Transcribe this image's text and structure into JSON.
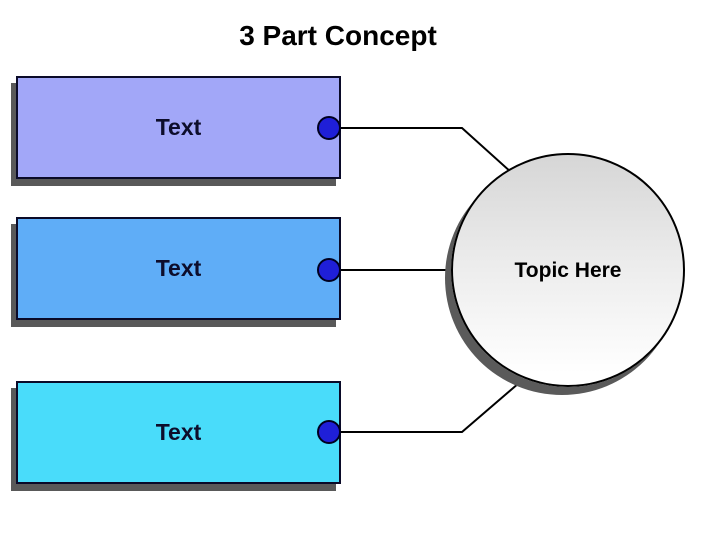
{
  "slide": {
    "title": "3 Part Concept",
    "background": "#ffffff"
  },
  "boxes": [
    {
      "label": "Text",
      "fill": "#a2a7f8"
    },
    {
      "label": "Text",
      "fill": "#5fadf7"
    },
    {
      "label": "Text",
      "fill": "#49dcfa"
    }
  ],
  "topic": {
    "label": "Topic Here"
  },
  "colors": {
    "title_text": "#000000",
    "box_label_text": "#0d0d2b",
    "box_border": "#0a0a28",
    "drop_shadow": "#595959",
    "connector_line": "#000000",
    "dot_fill": "#1f1fd8",
    "dot_border": "#000020",
    "circle_border": "#000000",
    "circle_gradient_top": "#d6d6d6",
    "circle_gradient_bottom": "#ffffff"
  }
}
